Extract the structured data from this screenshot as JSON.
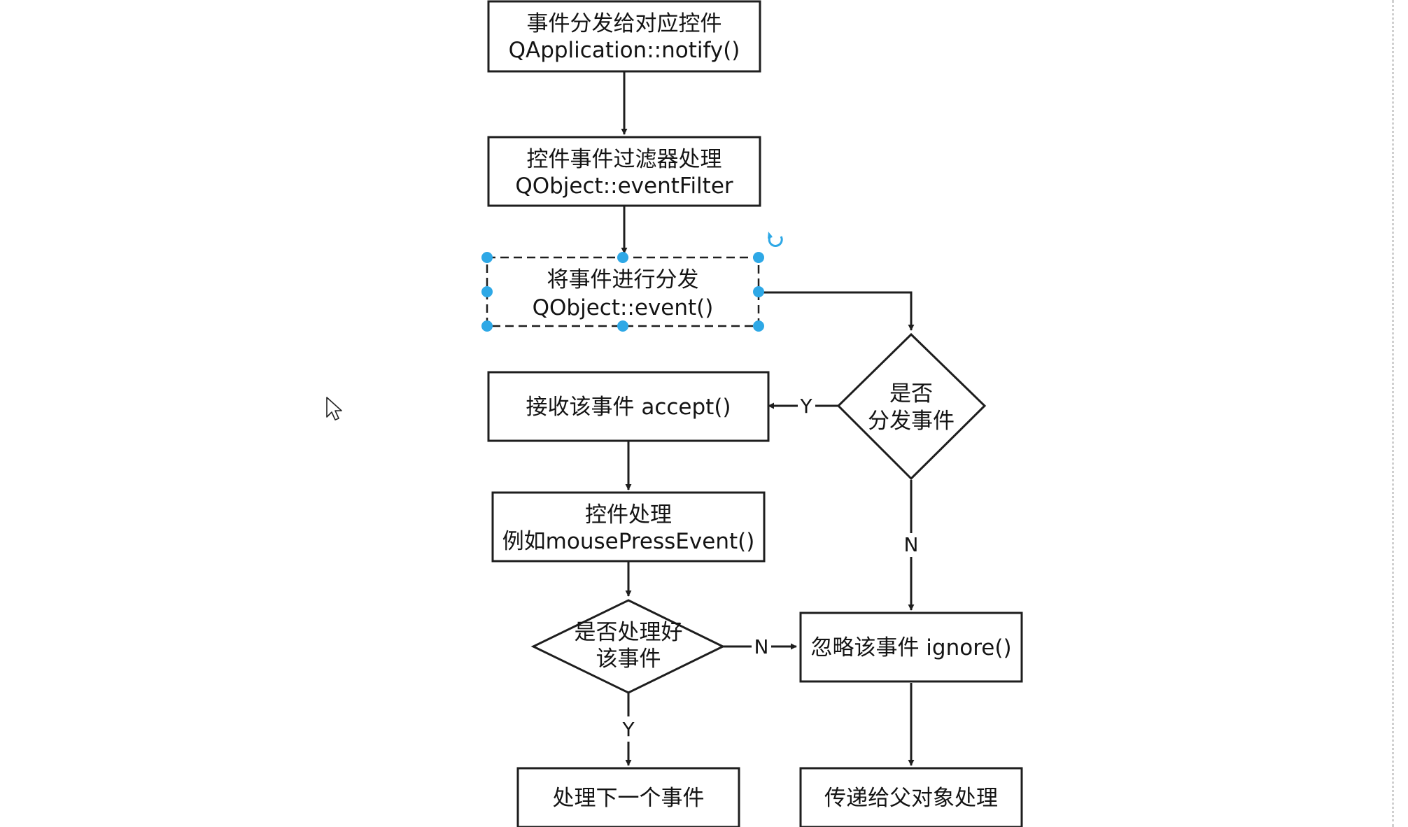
{
  "nodes": [
    {
      "id": "notify",
      "lines": [
        "事件分发给对应控件",
        "QApplication::notify()"
      ]
    },
    {
      "id": "filter",
      "lines": [
        "控件事件过滤器处理",
        "QObject::eventFilter"
      ]
    },
    {
      "id": "event",
      "lines": [
        "将事件进行分发",
        "QObject::event()"
      ]
    },
    {
      "id": "dispatch_q",
      "lines": [
        "是否",
        "分发事件"
      ]
    },
    {
      "id": "accept",
      "lines": [
        "接收该事件 accept()"
      ]
    },
    {
      "id": "handle",
      "lines": [
        "控件处理",
        "例如mousePressEvent()"
      ]
    },
    {
      "id": "handled_q",
      "lines": [
        "是否处理好",
        "该事件"
      ]
    },
    {
      "id": "ignore",
      "lines": [
        "忽略该事件 ignore()"
      ]
    },
    {
      "id": "next",
      "lines": [
        "处理下一个事件"
      ]
    },
    {
      "id": "parent",
      "lines": [
        "传递给父对象处理"
      ]
    }
  ],
  "edge_labels": {
    "dispatch_yes": "Y",
    "dispatch_no": "N",
    "handled_no": "N",
    "handled_yes": "Y"
  },
  "colors": {
    "stroke": "#1e1e1e",
    "selection": "#2ea8e6",
    "background": "#ffffff"
  },
  "selection": {
    "selected_node": "event"
  },
  "icons": {
    "cursor": "arrow-cursor-icon",
    "rotate": "rotate-handle-icon"
  }
}
